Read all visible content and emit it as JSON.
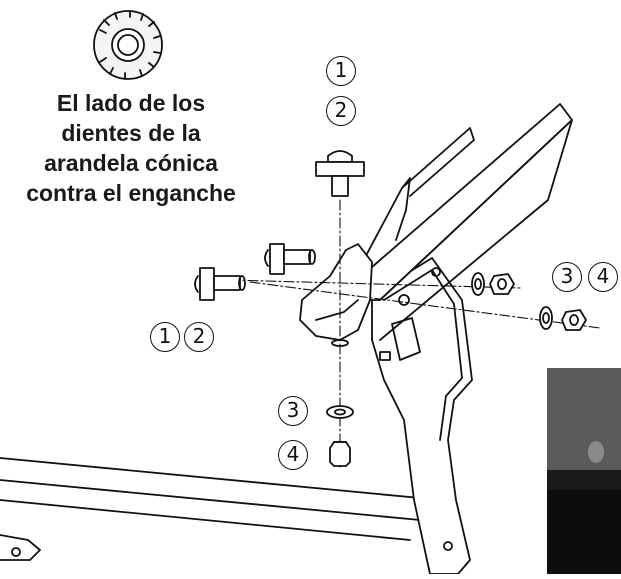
{
  "caption": {
    "lines": [
      "El lado de los",
      "dientes de la",
      "arandela cónica",
      "contra el enganche"
    ]
  },
  "callouts": {
    "top_1": "1",
    "top_2": "2",
    "left_1": "1",
    "left_2": "2",
    "right_3": "3",
    "right_4": "4",
    "bottom_3": "3",
    "bottom_4": "4"
  }
}
